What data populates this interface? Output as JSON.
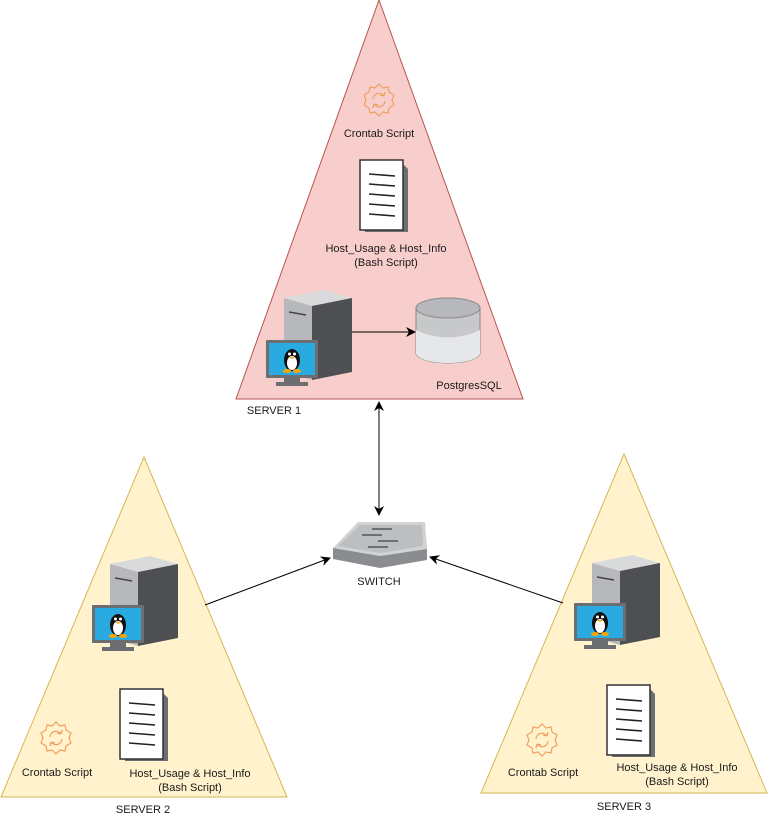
{
  "server1": {
    "label": "SERVER 1",
    "crontab_label": "Crontab Script",
    "script_label_line1": "Host_Usage & Host_Info",
    "script_label_line2": "(Bash Script)",
    "database_label": "PostgresSQL",
    "fill_color": "#f8cecc",
    "stroke_color": "#b85450"
  },
  "server2": {
    "label": "SERVER 2",
    "crontab_label": "Crontab Script",
    "script_label_line1": "Host_Usage & Host_Info",
    "script_label_line2": "(Bash Script)",
    "fill_color": "#fff2cc",
    "stroke_color": "#d6b656"
  },
  "server3": {
    "label": "SERVER 3",
    "crontab_label": "Crontab Script",
    "script_label_line1": "Host_Usage & Host_Info",
    "script_label_line2": "(Bash Script)",
    "fill_color": "#fff2cc",
    "stroke_color": "#d6b656"
  },
  "switch": {
    "label": "SWITCH"
  },
  "icons": [
    "gear-icon",
    "document-icon",
    "server-tower-icon",
    "linux-monitor-icon",
    "database-icon",
    "network-switch-icon"
  ]
}
